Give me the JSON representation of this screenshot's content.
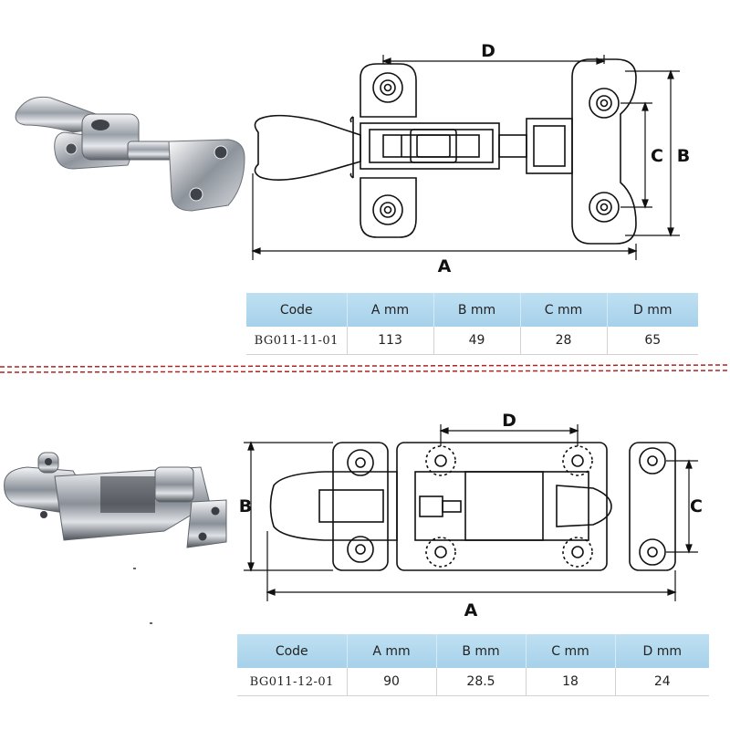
{
  "products": [
    {
      "dimension_labels": {
        "A": "A",
        "B": "B",
        "C": "C",
        "D": "D"
      },
      "table": {
        "headers": [
          "Code",
          "A mm",
          "B mm",
          "C mm",
          "D mm"
        ],
        "row": [
          "BG011-11-01",
          "113",
          "49",
          "28",
          "65"
        ]
      }
    },
    {
      "dimension_labels": {
        "A": "A",
        "B": "B",
        "C": "C",
        "D": "D"
      },
      "table": {
        "headers": [
          "Code",
          "A mm",
          "B mm",
          "C mm",
          "D mm"
        ],
        "row": [
          "BG011-12-01",
          "90",
          "28.5",
          "18",
          "24"
        ]
      }
    }
  ],
  "colors": {
    "table_header": "#a6d1ea",
    "divider": "#b22222",
    "line": "#111111"
  }
}
